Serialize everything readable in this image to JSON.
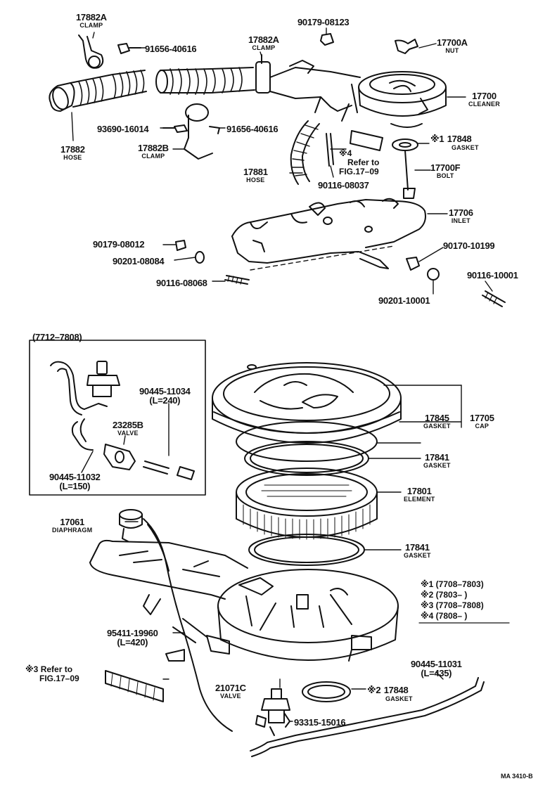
{
  "parts": {
    "p17882A_top": {
      "num": "17882A",
      "sub": "CLAMP"
    },
    "p91656_40616_a": {
      "num": "91656-40616"
    },
    "p90179_08123": {
      "num": "90179-08123"
    },
    "p17882A_b": {
      "num": "17882A",
      "sub": "CLAMP"
    },
    "p17700A": {
      "num": "17700A",
      "sub": "NUT"
    },
    "p17700": {
      "num": "17700",
      "sub": "CLEANER"
    },
    "p93690": {
      "num": "93690-16014"
    },
    "p91656_40616_b": {
      "num": "91656-40616"
    },
    "p17882": {
      "num": "17882",
      "sub": "HOSE"
    },
    "p17882B": {
      "num": "17882B",
      "sub": "CLAMP"
    },
    "p17848_top": {
      "mark": "※1",
      "num": "17848",
      "sub": "GASKET"
    },
    "p_refer_top": {
      "mark": "※4",
      "line1": "Refer to",
      "line2": "FIG.17–09"
    },
    "p17700F": {
      "num": "17700F",
      "sub": "BOLT"
    },
    "p17881": {
      "num": "17881",
      "sub": "HOSE"
    },
    "p90116_08037": {
      "num": "90116-08037"
    },
    "p17706": {
      "num": "17706",
      "sub": "INLET"
    },
    "p90179_08012": {
      "num": "90179-08012"
    },
    "p90170_10199": {
      "num": "90170-10199"
    },
    "p90201_08084": {
      "num": "90201-08084"
    },
    "p90116_10001": {
      "num": "90116-10001"
    },
    "p90116_08068": {
      "num": "90116-08068"
    },
    "p90201_10001": {
      "num": "90201-10001"
    },
    "inset_range": {
      "num": "(7712–7808)"
    },
    "p90445_11034": {
      "num": "90445-11034",
      "sub": "(L=240)"
    },
    "p23285B": {
      "num": "23285B",
      "sub": "VALVE"
    },
    "p90445_11032": {
      "num": "90445-11032",
      "sub": "(L=150)"
    },
    "p17845": {
      "num": "17845",
      "sub": "GASKET"
    },
    "p17705": {
      "num": "17705",
      "sub": "CAP"
    },
    "p17841_a": {
      "num": "17841",
      "sub": "GASKET"
    },
    "p17801": {
      "num": "17801",
      "sub": "ELEMENT"
    },
    "p17061": {
      "num": "17061",
      "sub": "DIAPHRAGM"
    },
    "p17841_b": {
      "num": "17841",
      "sub": "GASKET"
    },
    "p95411": {
      "num": "95411-19960",
      "sub": "(L=420)"
    },
    "p90445_11031": {
      "num": "90445-11031",
      "sub": "(L=435)"
    },
    "p_refer_bottom": {
      "mark": "※3",
      "line1": "Refer to",
      "line2": "FIG.17–09"
    },
    "p21071C": {
      "num": "21071C",
      "sub": "VALVE"
    },
    "p17848_bottom": {
      "mark": "※2",
      "num": "17848",
      "sub": "GASKET"
    },
    "p93315": {
      "num": "93315-15016"
    }
  },
  "legend": [
    "※1 (7708–7803)",
    "※2 (7803–        )",
    "※3 (7708–7808)",
    "※4 (7808–        )"
  ],
  "drawing_code": "MA 3410-B"
}
